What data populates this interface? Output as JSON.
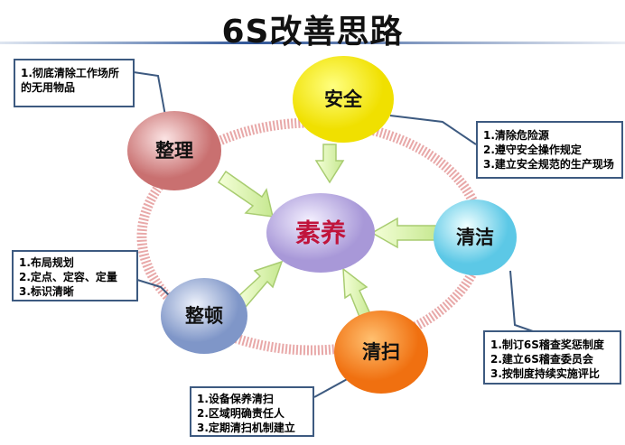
{
  "title": "6S改善思路",
  "center": "素养",
  "nodes": {
    "safety": "安全",
    "seiri": "整理",
    "seiketsu": "清洁",
    "seiton": "整顿",
    "seiso": "清扫"
  },
  "notes": {
    "seiri": [
      "1.彻底清除工作场所的无用物品"
    ],
    "safety": [
      "1.清除危险源",
      "2.遵守安全操作规定",
      "3.建立安全规范的生产现场"
    ],
    "seiton": [
      "1.布局规划",
      "2.定点、定容、定量",
      "3.标识清晰"
    ],
    "seiketsu": [
      "1.制订6S稽查奖惩制度",
      "2.建立6S稽查委员会",
      "3.按制度持续实施评比"
    ],
    "seiso": [
      "1.设备保养清扫",
      "2.区域明确责任人",
      "3.定期清扫机制建立"
    ]
  },
  "colors": {
    "center_text": "#c0143c",
    "line": "#3d5a80"
  }
}
